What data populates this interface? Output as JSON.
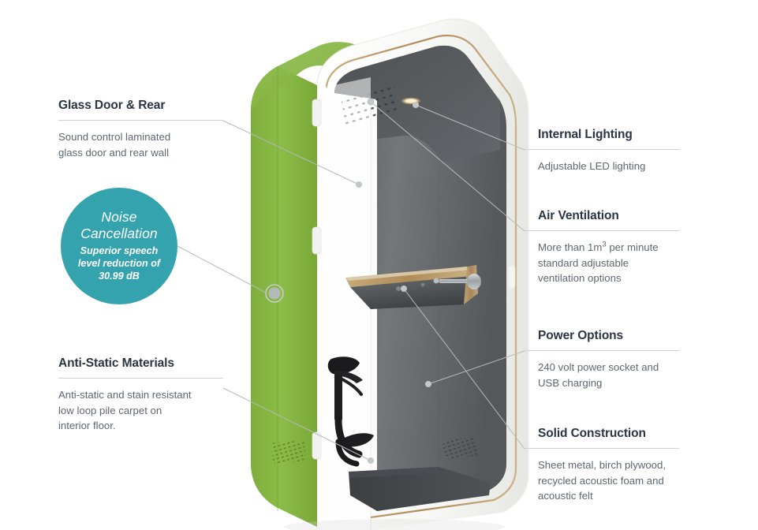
{
  "page": {
    "title": "Acoustic Office Pod – Feature Callouts",
    "background_color": "#ffffff",
    "heading_color": "#2b3442",
    "body_color": "#5e6670",
    "rule_color": "#d2d2d2",
    "leader_color": "#b9b9b9"
  },
  "badge": {
    "name": "noise-cancellation-badge",
    "color": "#35a3ae",
    "heading_line1": "Noise",
    "heading_line2": "Cancellation",
    "sub_line1": "Superior speech",
    "sub_line2": "level reduction of",
    "sub_line3": "30.99 dB",
    "value": "30.99 dB"
  },
  "callouts": {
    "glass": {
      "title": "Glass Door & Rear",
      "body_line1": "Sound control laminated",
      "body_line2": "glass door and rear wall"
    },
    "antistatic": {
      "title": "Anti-Static Materials",
      "body_line1": "Anti-static and stain resistant",
      "body_line2": "low loop pile carpet on",
      "body_line3": "interior floor."
    },
    "lighting": {
      "title": "Internal Lighting",
      "body_line1": "Adjustable LED lighting"
    },
    "ventilation": {
      "title": "Air Ventilation",
      "body_pre": "More than 1m",
      "body_sup": "3",
      "body_post": " per minute",
      "body_line2": "standard adjustable",
      "body_line3": "ventilation options"
    },
    "power": {
      "title": "Power Options",
      "body_line1": "240 volt power socket and",
      "body_line2": "USB charging"
    },
    "solid": {
      "title": "Solid Construction",
      "body_line1": "Sheet metal, birch plywood,",
      "body_line2": "recycled acoustic foam and",
      "body_line3": "acoustic felt"
    }
  },
  "product": {
    "name": "acoustic-phone-booth-pod",
    "exterior_color": "#84b440",
    "exterior_shadow_color": "#6f9a34",
    "frame_color": "#fbfbfa",
    "plywood_edge_color": "#b98a51",
    "felt_color": "#6a6c6d",
    "felt_dark_color": "#4e5153",
    "carpet_color": "#44484b",
    "stool_color": "#1b1b1d",
    "handle_color": "#9aa0a4",
    "led_color": "#f5d79a",
    "marker_color": "#b0b4b6",
    "parts": [
      "green-side-panel",
      "white-outer-frame",
      "glass-door",
      "felt-interior-wall",
      "ceiling-vent-perforations",
      "led-light-strip",
      "plywood-desk",
      "door-handle",
      "leaning-stool",
      "carpet-floor",
      "side-vent-grille",
      "door-hinges",
      "exterior-knob"
    ]
  }
}
